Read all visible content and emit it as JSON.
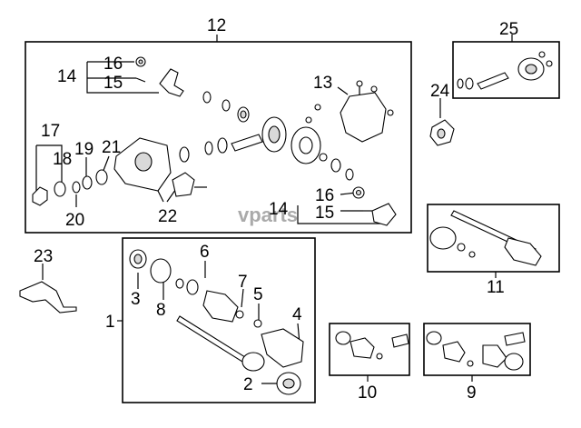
{
  "diagram": {
    "callouts": [
      "12",
      "16",
      "14",
      "15",
      "13",
      "17",
      "18",
      "19",
      "21",
      "20",
      "22",
      "16",
      "14",
      "15",
      "25",
      "24",
      "23",
      "6",
      "7",
      "5",
      "3",
      "8",
      "1",
      "4",
      "2",
      "11",
      "10",
      "9"
    ]
  },
  "watermark": {
    "text": "vparts"
  },
  "colors": {
    "line": "#000000",
    "background": "#ffffff"
  }
}
